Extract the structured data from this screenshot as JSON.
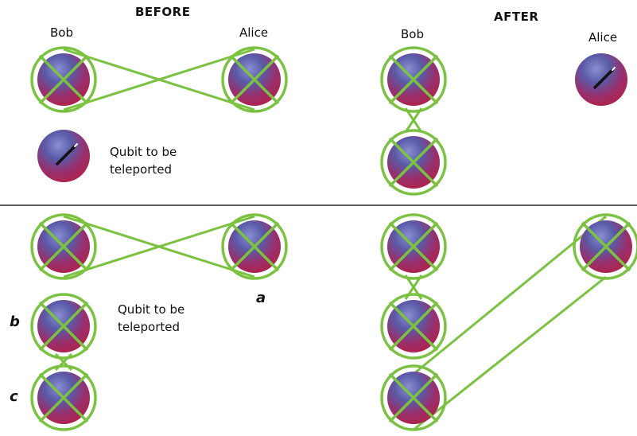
{
  "colors": {
    "ring": "#7bc142",
    "sphere_top": "#4a5aa8",
    "sphere_bottom": "#b0224a",
    "divider": "#000000",
    "text": "#111111"
  },
  "headers": {
    "before": "BEFORE",
    "after": "AFTER"
  },
  "names": {
    "before_bob": "Bob",
    "before_alice": "Alice",
    "after_bob": "Bob",
    "after_alice": "Alice"
  },
  "captions": {
    "top_qubit": "Qubit to be teleported",
    "bottom_qubit": "Qubit to be teleported"
  },
  "letters": {
    "a": "a",
    "b": "b",
    "c": "c"
  },
  "icons": {
    "entangled_qubit": "green-ring-sphere-with-x",
    "free_qubit": "sphere-with-arrow"
  }
}
